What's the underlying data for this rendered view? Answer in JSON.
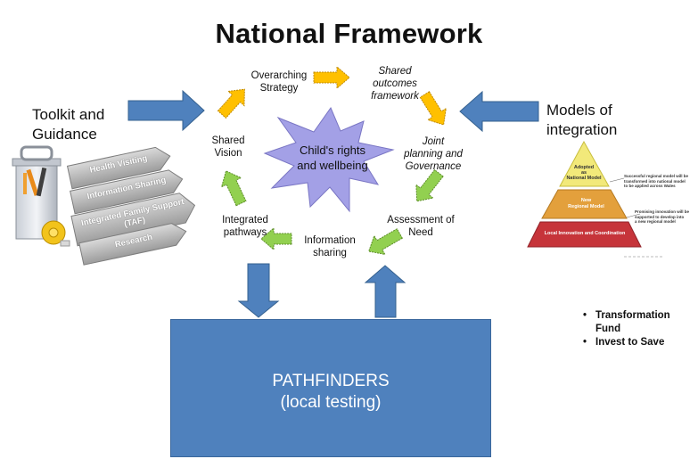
{
  "title": "National Framework",
  "toolkit": {
    "label_line1": "Toolkit and",
    "label_line2": "Guidance",
    "tabs": [
      {
        "label": "Health Visiting"
      },
      {
        "label": "Information Sharing"
      },
      {
        "label": "Integrated Family Support"
      },
      {
        "label": "(TAF)"
      },
      {
        "label": "Research"
      }
    ]
  },
  "models": {
    "label_line1": "Models of",
    "label_line2": "integration",
    "pyramid": {
      "top_line1": "Adopted",
      "top_line2": "as",
      "top_line3": "National Model",
      "middle_line1": "New",
      "middle_line2": "Regional Model",
      "bottom": "Local Innovation and Coordination",
      "note1_line1": "Successful regional model will be",
      "note1_line2": "transformed into national model",
      "note1_line3": "to be applied across Wales",
      "note2_line1": "Promising innovation will be",
      "note2_line2": "supported to develop into",
      "note2_line3": "a new regional model"
    }
  },
  "cycle": {
    "center_line1": "Child's rights",
    "center_line2": "and wellbeing",
    "overarching_line1": "Overarching",
    "overarching_line2": "Strategy",
    "shared_outcomes_line1": "Shared outcomes",
    "shared_outcomes_line2": "framework",
    "joint_line1": "Joint",
    "joint_line2": "planning and",
    "joint_line3": "Governance",
    "assessment_line1": "Assessment of",
    "assessment_line2": "Need",
    "info_sharing": "Information sharing",
    "integrated_line1": "Integrated",
    "integrated_line2": "pathways",
    "shared_vision_line1": "Shared",
    "shared_vision_line2": "Vision"
  },
  "pathfinders": {
    "line1": "PATHFINDERS",
    "line2": "(local testing)"
  },
  "funding": [
    {
      "label": "Transformation Fund"
    },
    {
      "label": "Invest to Save"
    }
  ],
  "colors": {
    "blue": "#4f81bd",
    "yellow_arrow": "#ffc000",
    "green_arrow": "#92d050",
    "star": "#a3a0e6",
    "pyramid_top": "#f2e97a",
    "pyramid_mid": "#e3a03c",
    "pyramid_bottom": "#c6343a"
  }
}
